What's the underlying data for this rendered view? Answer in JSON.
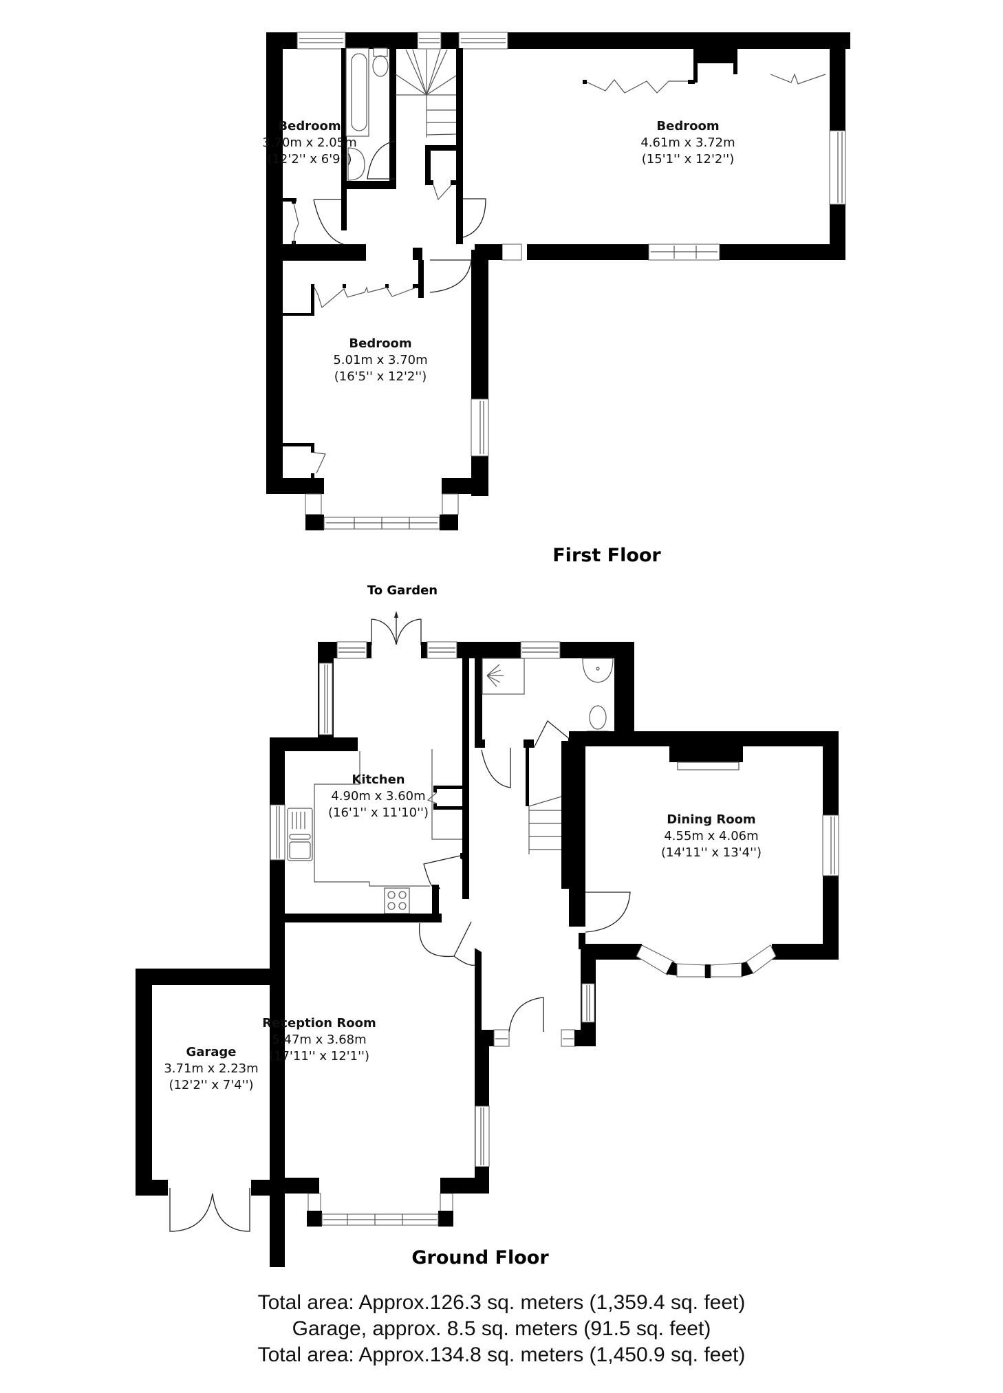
{
  "floors": {
    "first_floor": {
      "title": "First Floor",
      "rooms": [
        {
          "name": "Bedroom",
          "metric": "3.70m x 2.05m",
          "imperial": "(12'2'' x 6'9'')"
        },
        {
          "name": "Bedroom",
          "metric": "4.61m x 3.72m",
          "imperial": "(15'1'' x 12'2'')"
        },
        {
          "name": "Bedroom",
          "metric": "5.01m x 3.70m",
          "imperial": "(16'5'' x 12'2'')"
        }
      ]
    },
    "ground_floor": {
      "title": "Ground Floor",
      "annotation": "To Garden",
      "rooms": [
        {
          "name": "Kitchen",
          "metric": "4.90m x 3.60m",
          "imperial": "(16'1'' x 11'10'')"
        },
        {
          "name": "Dining Room",
          "metric": "4.55m x 4.06m",
          "imperial": "(14'11'' x 13'4'')"
        },
        {
          "name": "Reception Room",
          "metric": "5.47m x 3.68m",
          "imperial": "(17'11'' x 12'1'')"
        },
        {
          "name": "Garage",
          "metric": "3.71m x 2.23m",
          "imperial": "(12'2'' x 7'4'')"
        }
      ]
    }
  },
  "summary": {
    "line1": "Total area: Approx.126.3 sq. meters (1,359.4 sq. feet)",
    "line2": "Garage, approx. 8.5 sq. meters (91.5 sq. feet)",
    "line3": "Total area: Approx.134.8 sq. meters (1,450.9 sq. feet)"
  }
}
